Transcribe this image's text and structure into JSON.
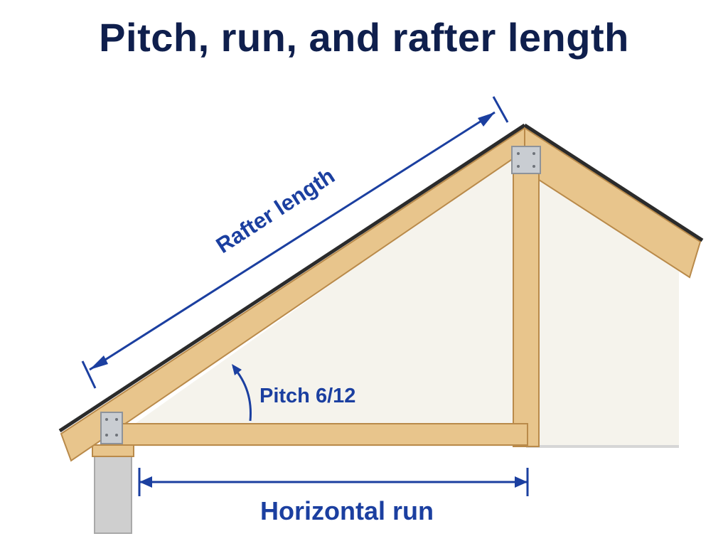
{
  "title": "Pitch, run, and rafter length",
  "labels": {
    "rafter_length": "Rafter length",
    "pitch": "Pitch 6/12",
    "horizontal_run": "Horizontal run"
  },
  "colors": {
    "title": "#0f1f4d",
    "dimension": "#1b3fa0",
    "wood": "#e8c58c",
    "wood_edge": "#b98a4a",
    "wall": "#f5f3ec",
    "roof_edge": "#2b2b2b",
    "bracket": "#c9cdd2",
    "concrete": "#cfcfcf"
  }
}
